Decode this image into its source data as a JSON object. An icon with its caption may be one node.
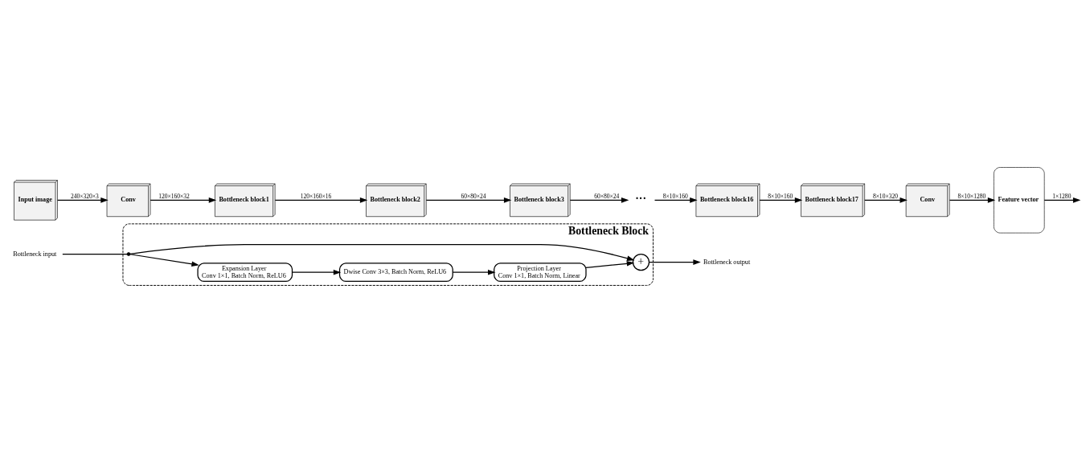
{
  "diagram": {
    "nodes": [
      {
        "text": [
          "Bottleneck Block"
        ]
      },
      {
        "text": [
          "Bottleneck input"
        ]
      },
      {
        "text": [],
        "shape": "dot",
        "in": 0
      },
      {
        "text": [
          "Expansion Layer",
          "Conv 1×1, Batch Norm, ReLU6"
        ],
        "in": 0
      },
      {
        "text": [
          "Dwise Conv 3×3, Batch Norm, ReLU6"
        ],
        "in": 0
      },
      {
        "text": [
          "Projection Layer",
          "Conv 1×1, Batch Norm, Linear"
        ],
        "in": 0
      },
      {
        "text": [
          "+"
        ],
        "in": 0
      },
      {
        "text": [
          "Bottleneck output"
        ]
      },
      {
        "text": [
          "Input image"
        ]
      },
      {
        "text": [
          "Conv"
        ]
      },
      {
        "text": [
          "Bottleneck block1"
        ]
      },
      {
        "text": [
          "Bottleneck block2"
        ]
      },
      {
        "text": [
          "Bottleneck block3"
        ]
      },
      {
        "text": [
          "···"
        ]
      },
      {
        "text": [
          "Bottleneck block16"
        ]
      },
      {
        "text": [
          "Bottleneck block17"
        ]
      },
      {
        "text": [
          "Conv"
        ]
      },
      {
        "text": [
          "Feature vector"
        ]
      }
    ],
    "edges": [
      {
        "from": 1,
        "to": 2,
        "arrow": "none"
      },
      {
        "from": 2,
        "to": 3,
        "arrow": "to"
      },
      {
        "from": 3,
        "to": 4,
        "arrow": "to"
      },
      {
        "from": 4,
        "to": 5,
        "arrow": "to"
      },
      {
        "from": 5,
        "to": 6,
        "arrow": "to"
      },
      {
        "from": 2,
        "to": 6,
        "arrow": "to"
      },
      {
        "from": 6,
        "to": 7,
        "arrow": "to"
      },
      {
        "from": 8,
        "to": 9,
        "arrow": "to",
        "label": "240×320×3"
      },
      {
        "from": 9,
        "to": 10,
        "arrow": "to",
        "label": "120×160×32"
      },
      {
        "from": 10,
        "to": 11,
        "arrow": "to",
        "label": "120×160×16"
      },
      {
        "from": 11,
        "to": 12,
        "arrow": "to",
        "label": "60×80×24"
      },
      {
        "from": 12,
        "to": 13,
        "arrow": "to",
        "label": "60×80×24"
      },
      {
        "from": 13,
        "to": 14,
        "arrow": "to",
        "label": "8×10×160"
      },
      {
        "from": 14,
        "to": 15,
        "arrow": "to",
        "label": "8×10×160"
      },
      {
        "from": 15,
        "to": 16,
        "arrow": "to",
        "label": "8×10×320"
      },
      {
        "from": 16,
        "to": 17,
        "arrow": "to",
        "label": "8×10×1280"
      },
      {
        "from": 17,
        "to": null,
        "arrow": "to",
        "label": "1×1280"
      }
    ]
  }
}
